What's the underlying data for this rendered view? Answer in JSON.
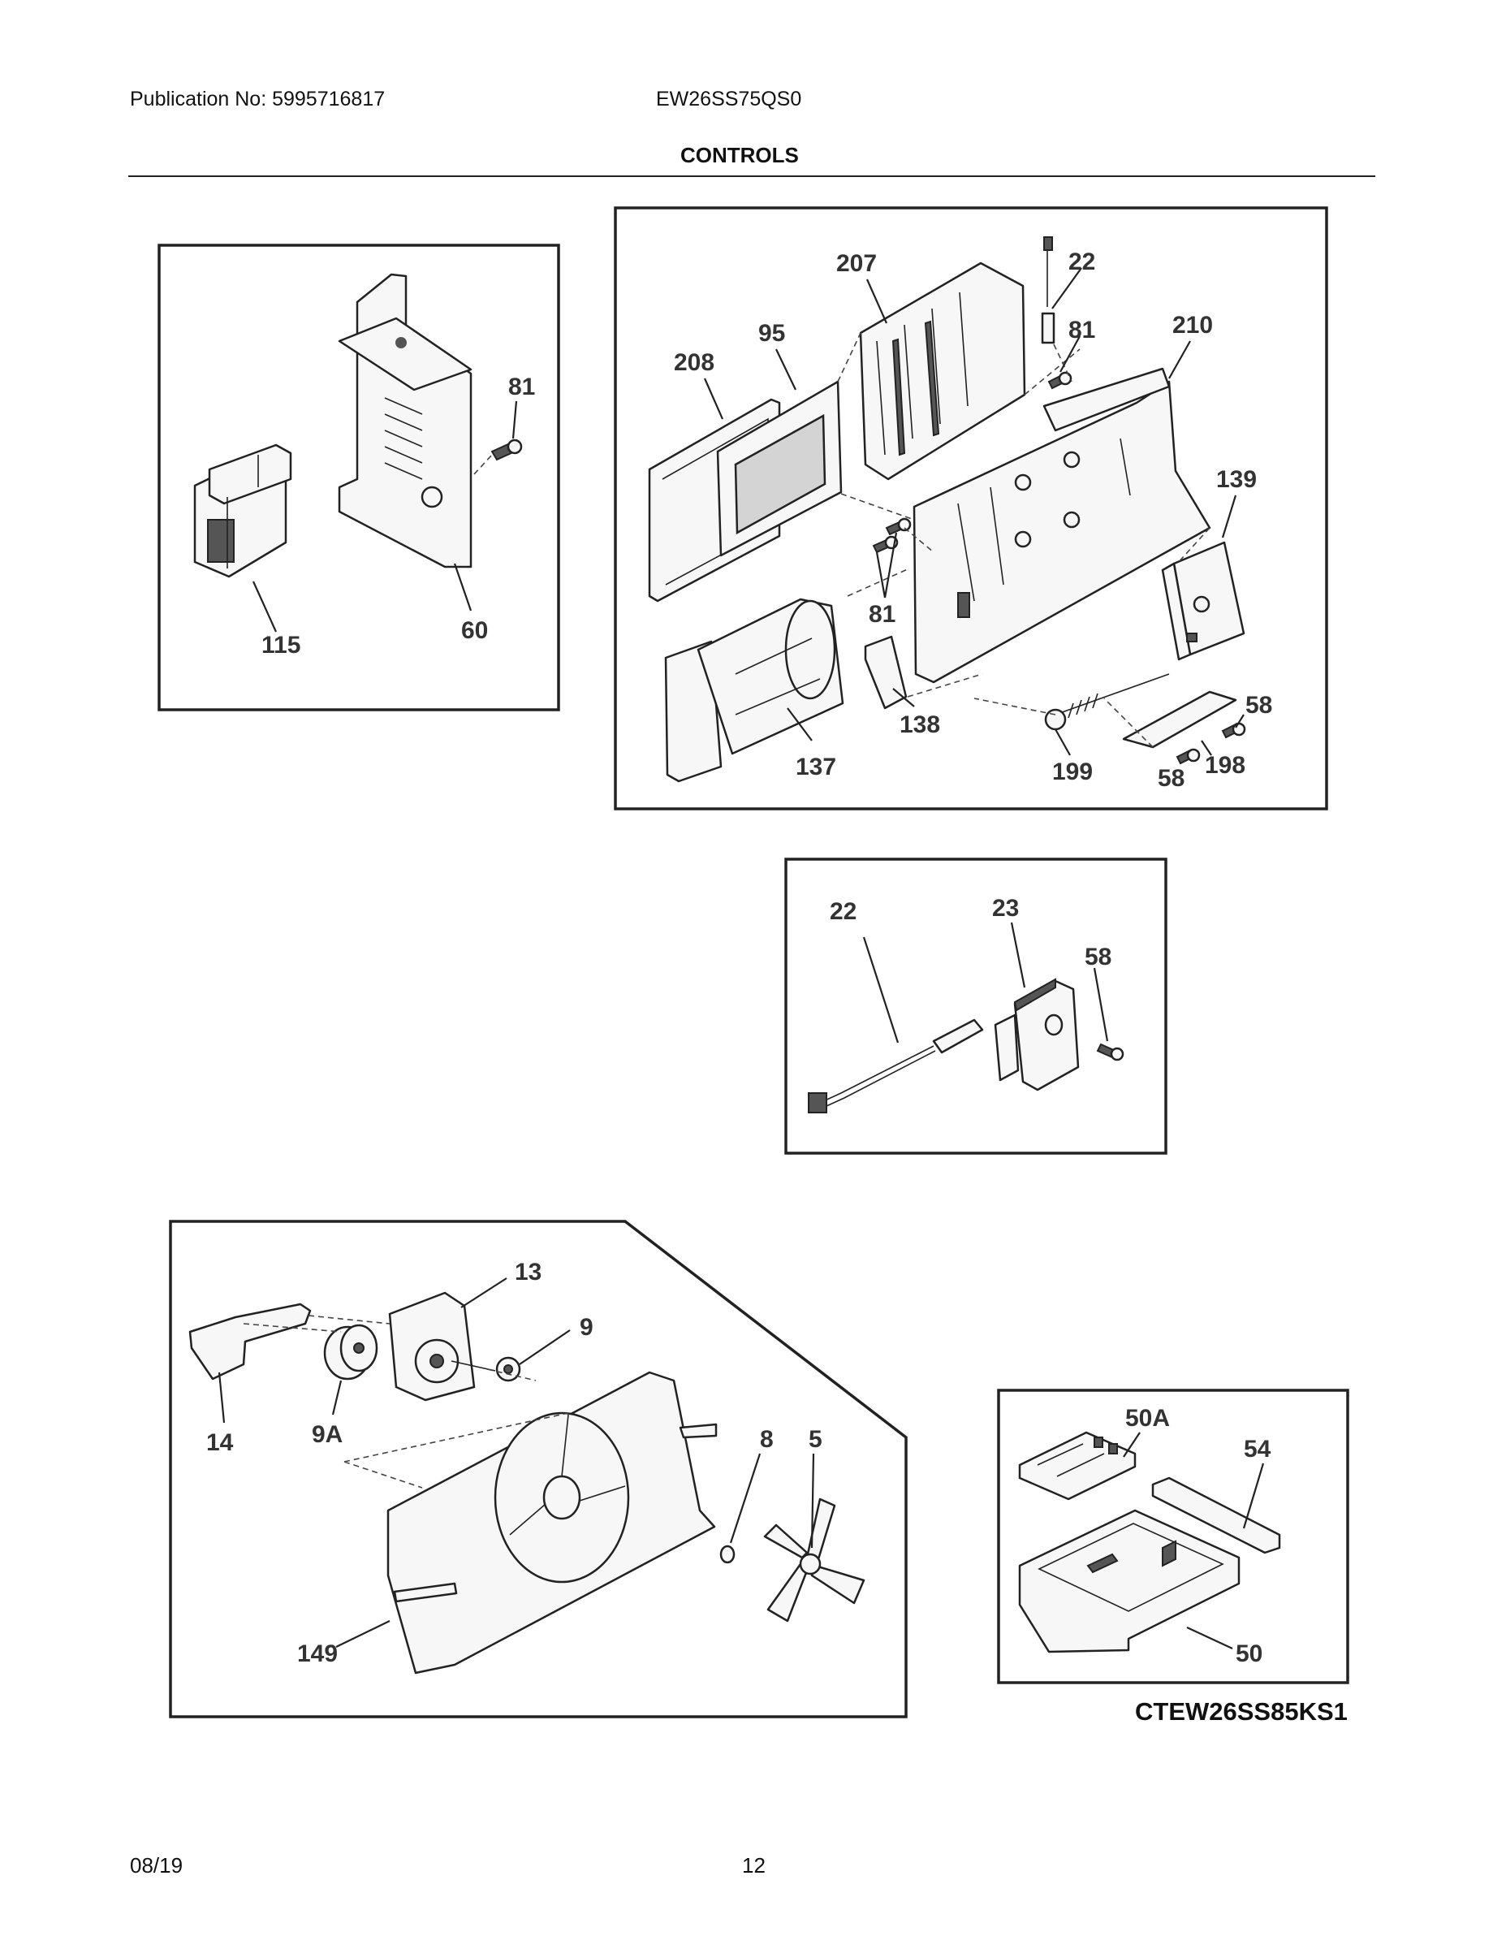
{
  "header": {
    "publication": "Publication No: 5995716817",
    "model": "EW26SS75QS0",
    "section_title": "CONTROLS"
  },
  "footer": {
    "date": "08/19",
    "page_number": "12",
    "diagram_code": "CTEW26SS85KS1"
  },
  "callouts": {
    "box1": [
      "81",
      "115",
      "60"
    ],
    "box2": [
      "207",
      "22",
      "81",
      "210",
      "208",
      "95",
      "139",
      "81",
      "138",
      "137",
      "199",
      "58",
      "58",
      "198"
    ],
    "box3": [
      "22",
      "23",
      "58"
    ],
    "box4": [
      "13",
      "9",
      "14",
      "9A",
      "8",
      "5",
      "149"
    ],
    "box5": [
      "50A",
      "54",
      "50"
    ]
  }
}
